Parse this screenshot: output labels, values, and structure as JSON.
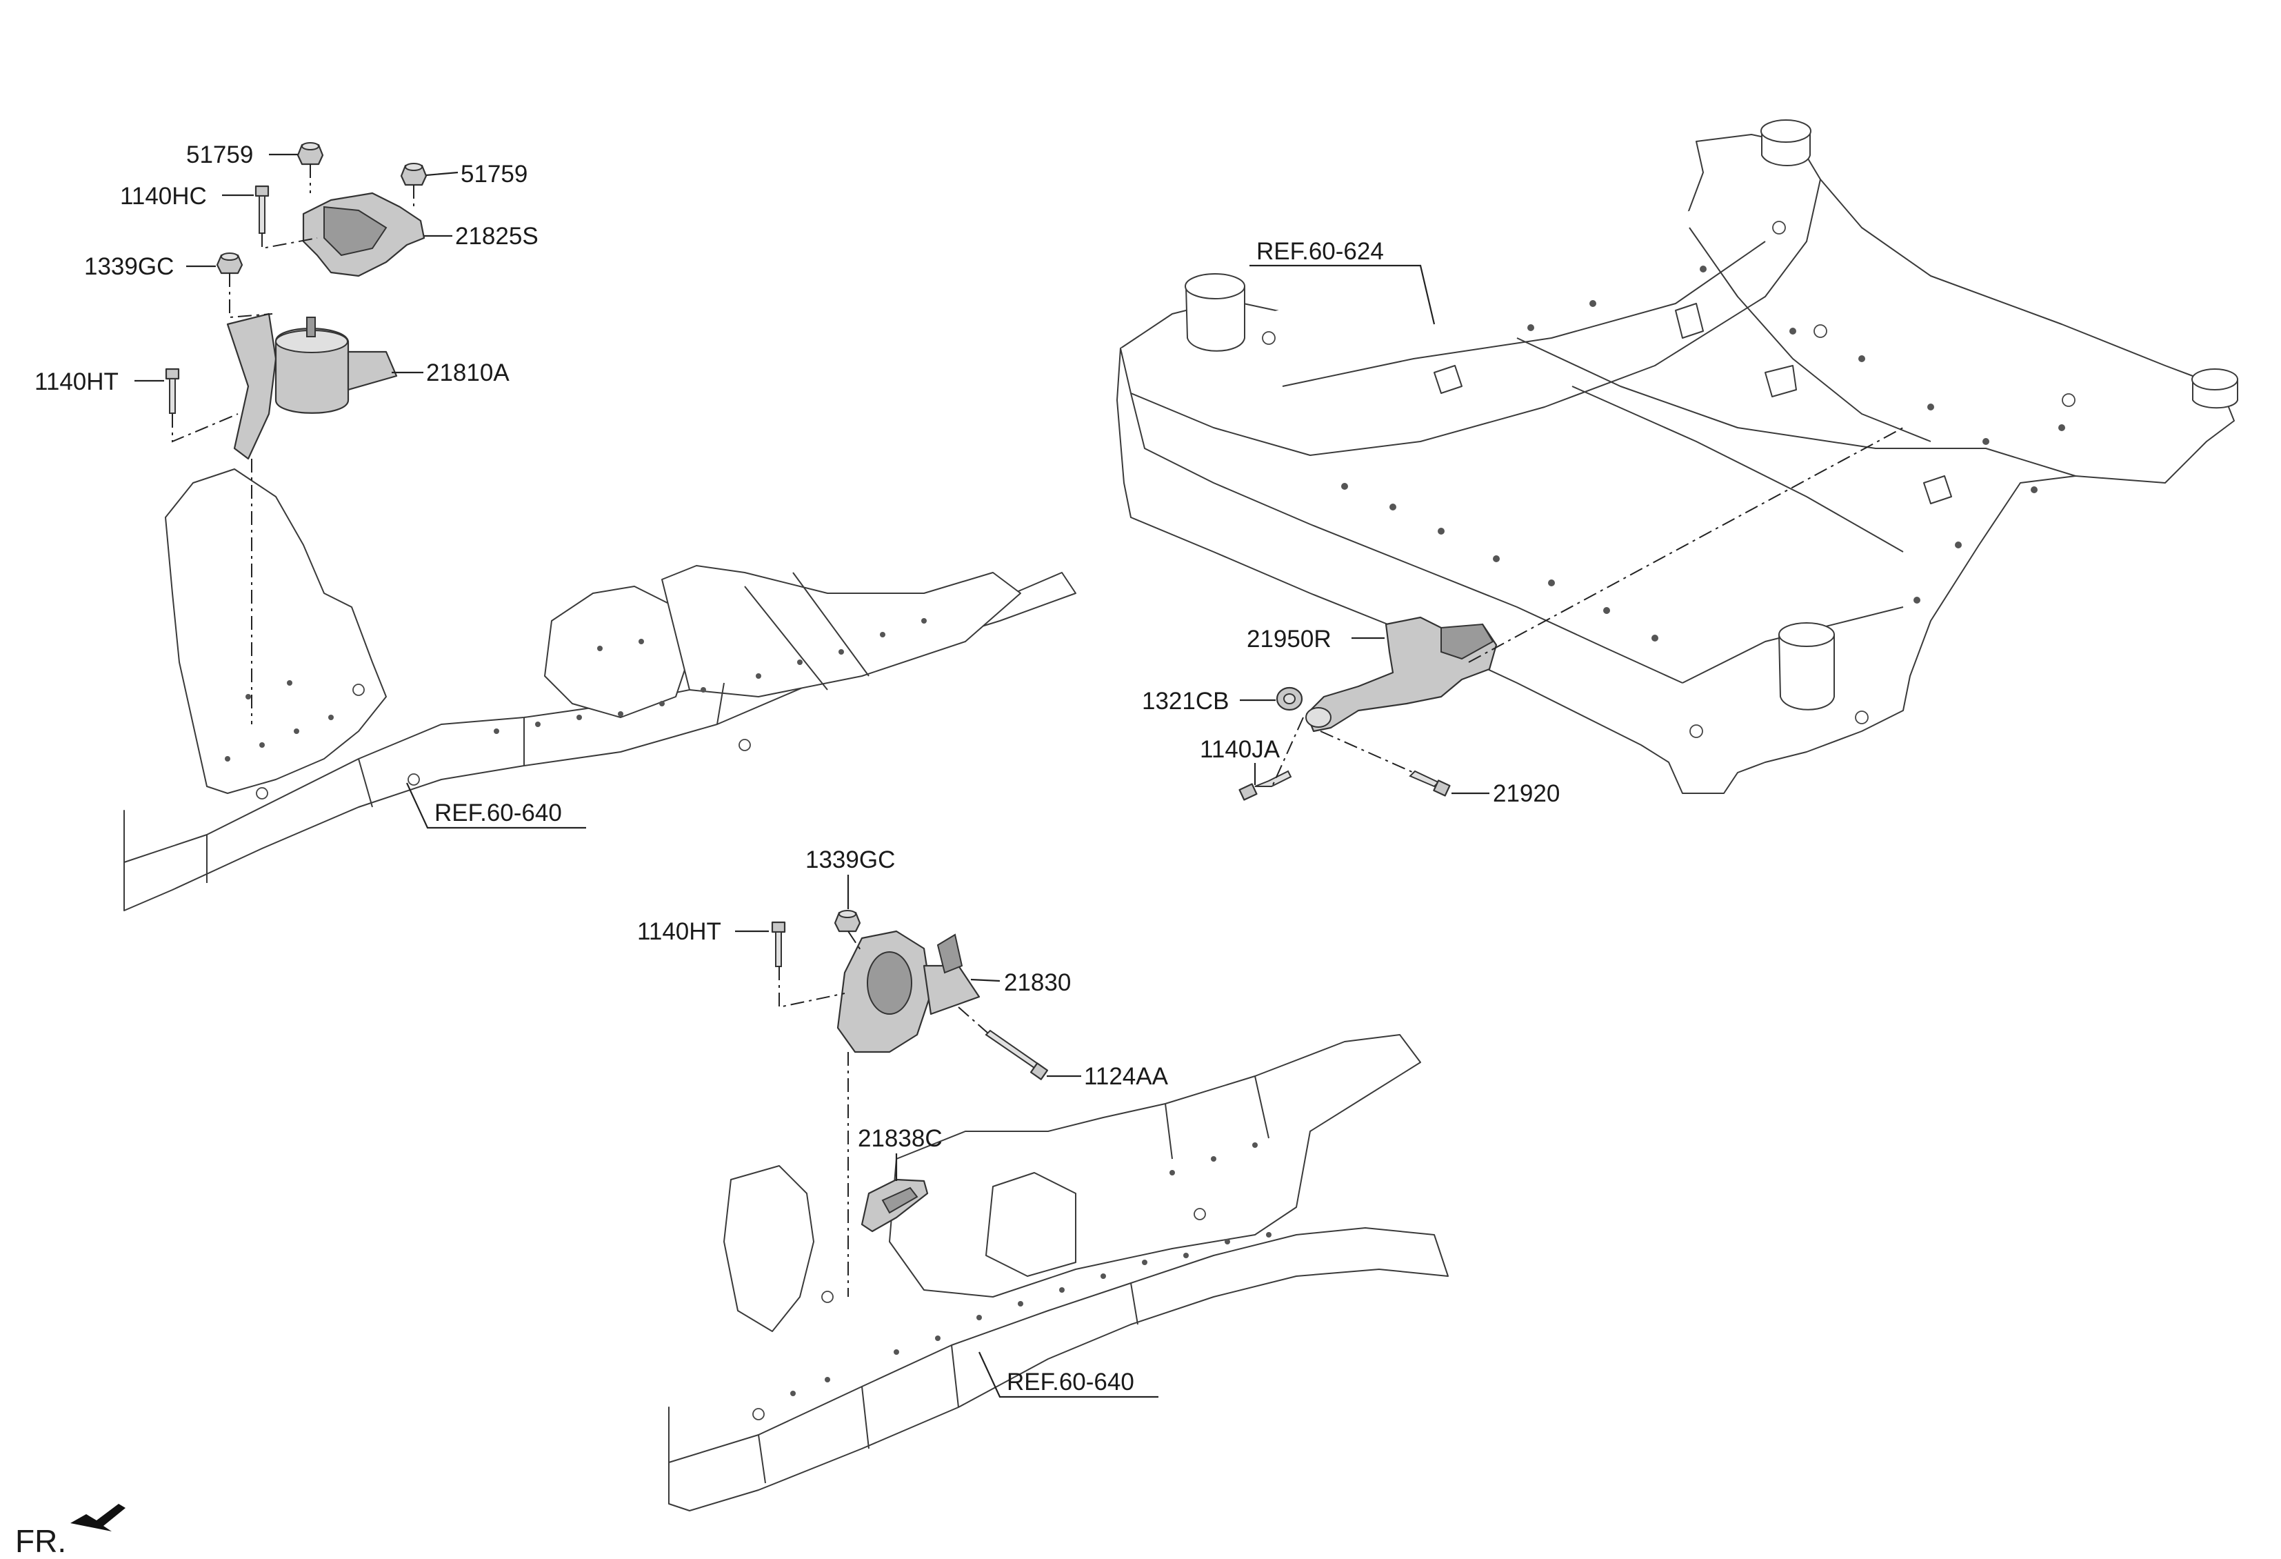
{
  "diagram": {
    "direction_marker": {
      "text": "FR.",
      "icon": "front-direction-arrow-icon"
    },
    "refs": [
      {
        "id": "ref-subframe",
        "text": "REF.60-624"
      },
      {
        "id": "ref-left-rail",
        "text": "REF.60-640"
      },
      {
        "id": "ref-right-rail",
        "text": "REF.60-640"
      }
    ],
    "callouts": [
      {
        "id": "c-51759-a",
        "text": "51759"
      },
      {
        "id": "c-51759-b",
        "text": "51759"
      },
      {
        "id": "c-1140hc",
        "text": "1140HC"
      },
      {
        "id": "c-21825s",
        "text": "21825S"
      },
      {
        "id": "c-1339gc-a",
        "text": "1339GC"
      },
      {
        "id": "c-1140ht-a",
        "text": "1140HT"
      },
      {
        "id": "c-21810a",
        "text": "21810A"
      },
      {
        "id": "c-21950r",
        "text": "21950R"
      },
      {
        "id": "c-1321cb",
        "text": "1321CB"
      },
      {
        "id": "c-1140ja",
        "text": "1140JA"
      },
      {
        "id": "c-21920",
        "text": "21920"
      },
      {
        "id": "c-1339gc-b",
        "text": "1339GC"
      },
      {
        "id": "c-1140ht-b",
        "text": "1140HT"
      },
      {
        "id": "c-21830",
        "text": "21830"
      },
      {
        "id": "c-1124aa",
        "text": "1124AA"
      },
      {
        "id": "c-21838c",
        "text": "21838C"
      }
    ]
  }
}
